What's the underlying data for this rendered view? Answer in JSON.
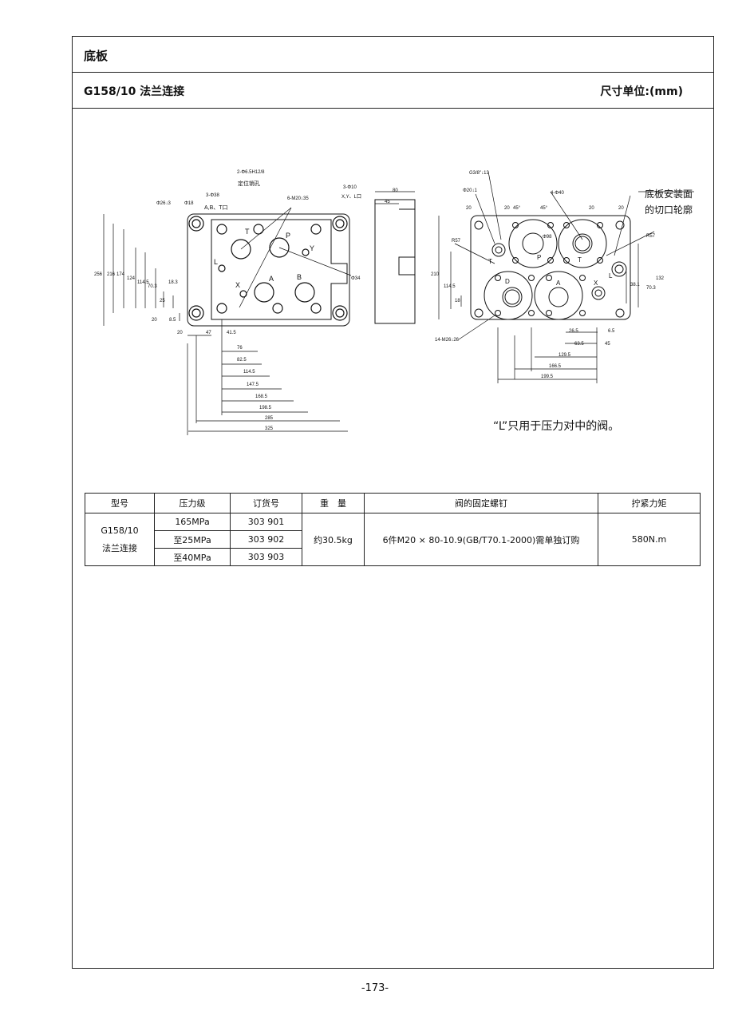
{
  "header": {
    "title": "底板",
    "subtitle": "G158/10 法兰连接",
    "unit": "尺寸单位:(mm)"
  },
  "left_view": {
    "callouts": [
      "Φ26↓3",
      "Φ18",
      "3-Φ38",
      "A,B、T口",
      "2-Φ6.5H12/8",
      "定位销孔",
      "6-M20↓35",
      "3-Φ10",
      "X,Y、L口",
      "Φ34"
    ],
    "ports": [
      "T",
      "P",
      "L",
      "Y",
      "X",
      "A",
      "B"
    ],
    "v_dims": [
      "256",
      "216",
      "174",
      "124",
      "114.5",
      "70.3",
      "18.3",
      "25",
      "20",
      "8.5"
    ],
    "h_dims": [
      "20",
      "47",
      "41.5",
      "76",
      "82.5",
      "114.5",
      "147.5",
      "168.5",
      "198.5",
      "285",
      "325"
    ]
  },
  "side_view": {
    "dims": [
      "80",
      "45"
    ]
  },
  "right_view": {
    "callouts": [
      "G3/8\"↓13",
      "Φ20↓1",
      "4-Φ40",
      "14-M26↓26",
      "R57",
      "R57",
      "Φ98",
      "45°",
      "45°"
    ],
    "ports": [
      "T",
      "P",
      "T",
      "D",
      "A",
      "X",
      "L"
    ],
    "dims": [
      "20",
      "20",
      "20",
      "20",
      "210",
      "114.5",
      "18",
      "38.1",
      "70.3",
      "132",
      "26.5",
      "6.5",
      "63.5",
      "45",
      "129.5",
      "166.5",
      "199.5"
    ],
    "annotation_line1": "底板安装面",
    "annotation_line2": "的切口轮廓"
  },
  "note": "“L”只用于压力对中的阀。",
  "table": {
    "headers": [
      "型号",
      "压力级",
      "订货号",
      "重　量",
      "阀的固定螺钉",
      "拧紧力矩"
    ],
    "model_line1": "G158/10",
    "model_line2": "法兰连接",
    "rows": [
      {
        "pressure": "165MPa",
        "order": "303 901"
      },
      {
        "pressure": "至25MPa",
        "order": "303 902"
      },
      {
        "pressure": "至40MPa",
        "order": "303 903"
      }
    ],
    "weight": "约30.5kg",
    "screws": "6件M20 × 80-10.9(GB/T70.1-2000)需单独订购",
    "torque": "580N.m"
  },
  "page_number": "-173-"
}
